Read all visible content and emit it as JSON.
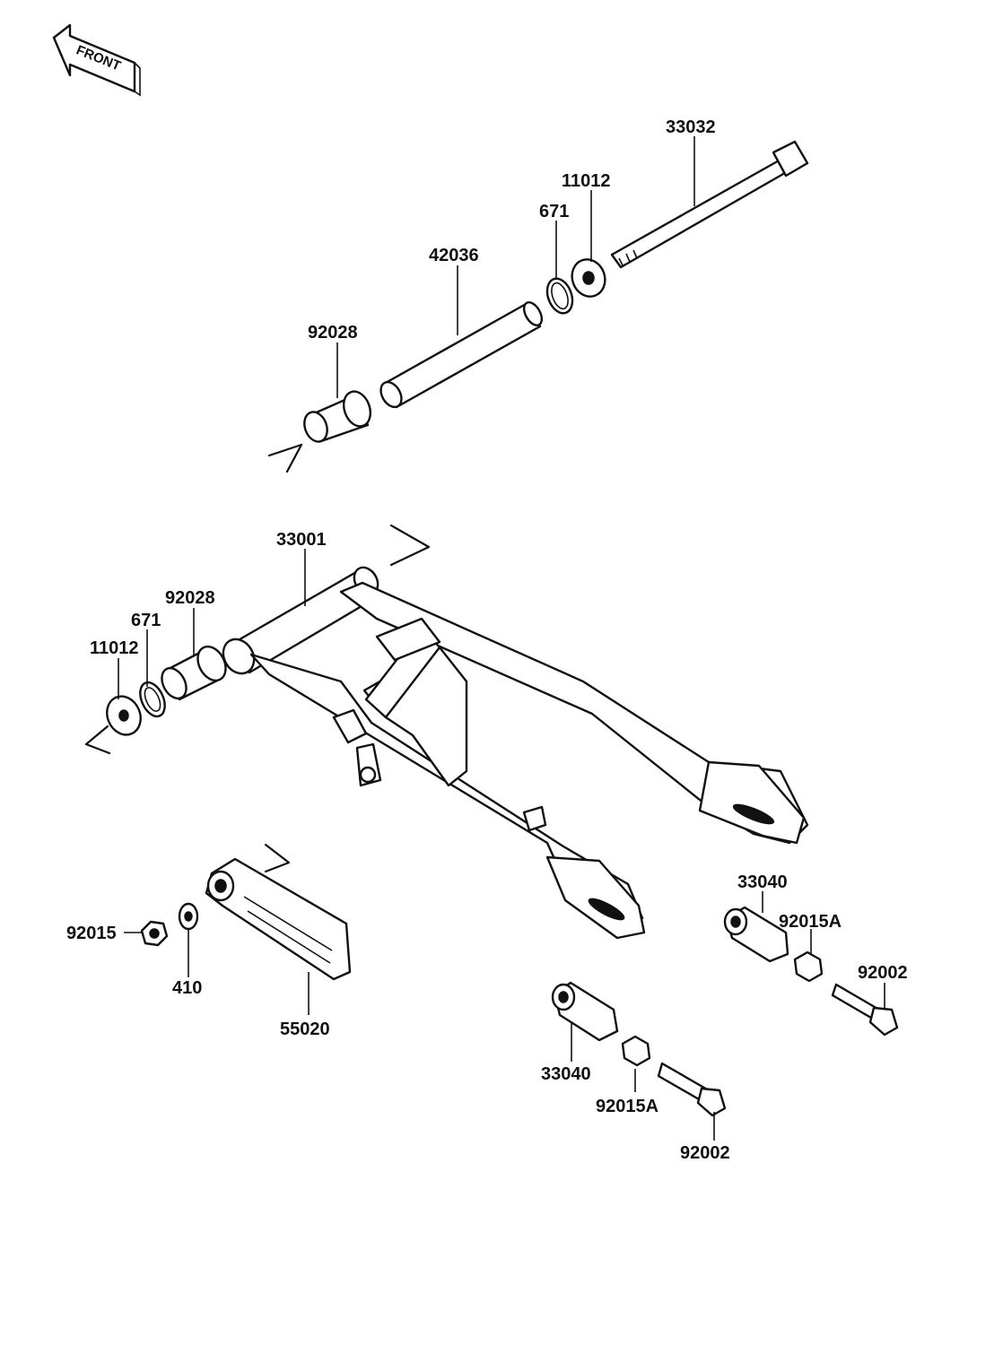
{
  "diagram": {
    "front_indicator": "FRONT",
    "labels": {
      "l_33032": "33032",
      "l_11012_top": "11012",
      "l_671_top": "671",
      "l_42036": "42036",
      "l_92028_top": "92028",
      "l_33001": "33001",
      "l_92028_mid": "92028",
      "l_671_mid": "671",
      "l_11012_mid": "11012",
      "l_92015": "92015",
      "l_410": "410",
      "l_55020": "55020",
      "l_33040_right": "33040",
      "l_92015A_right": "92015A",
      "l_92002_right": "92002",
      "l_33040_bottom": "33040",
      "l_92015A_bottom": "92015A",
      "l_92002_bottom": "92002"
    }
  }
}
